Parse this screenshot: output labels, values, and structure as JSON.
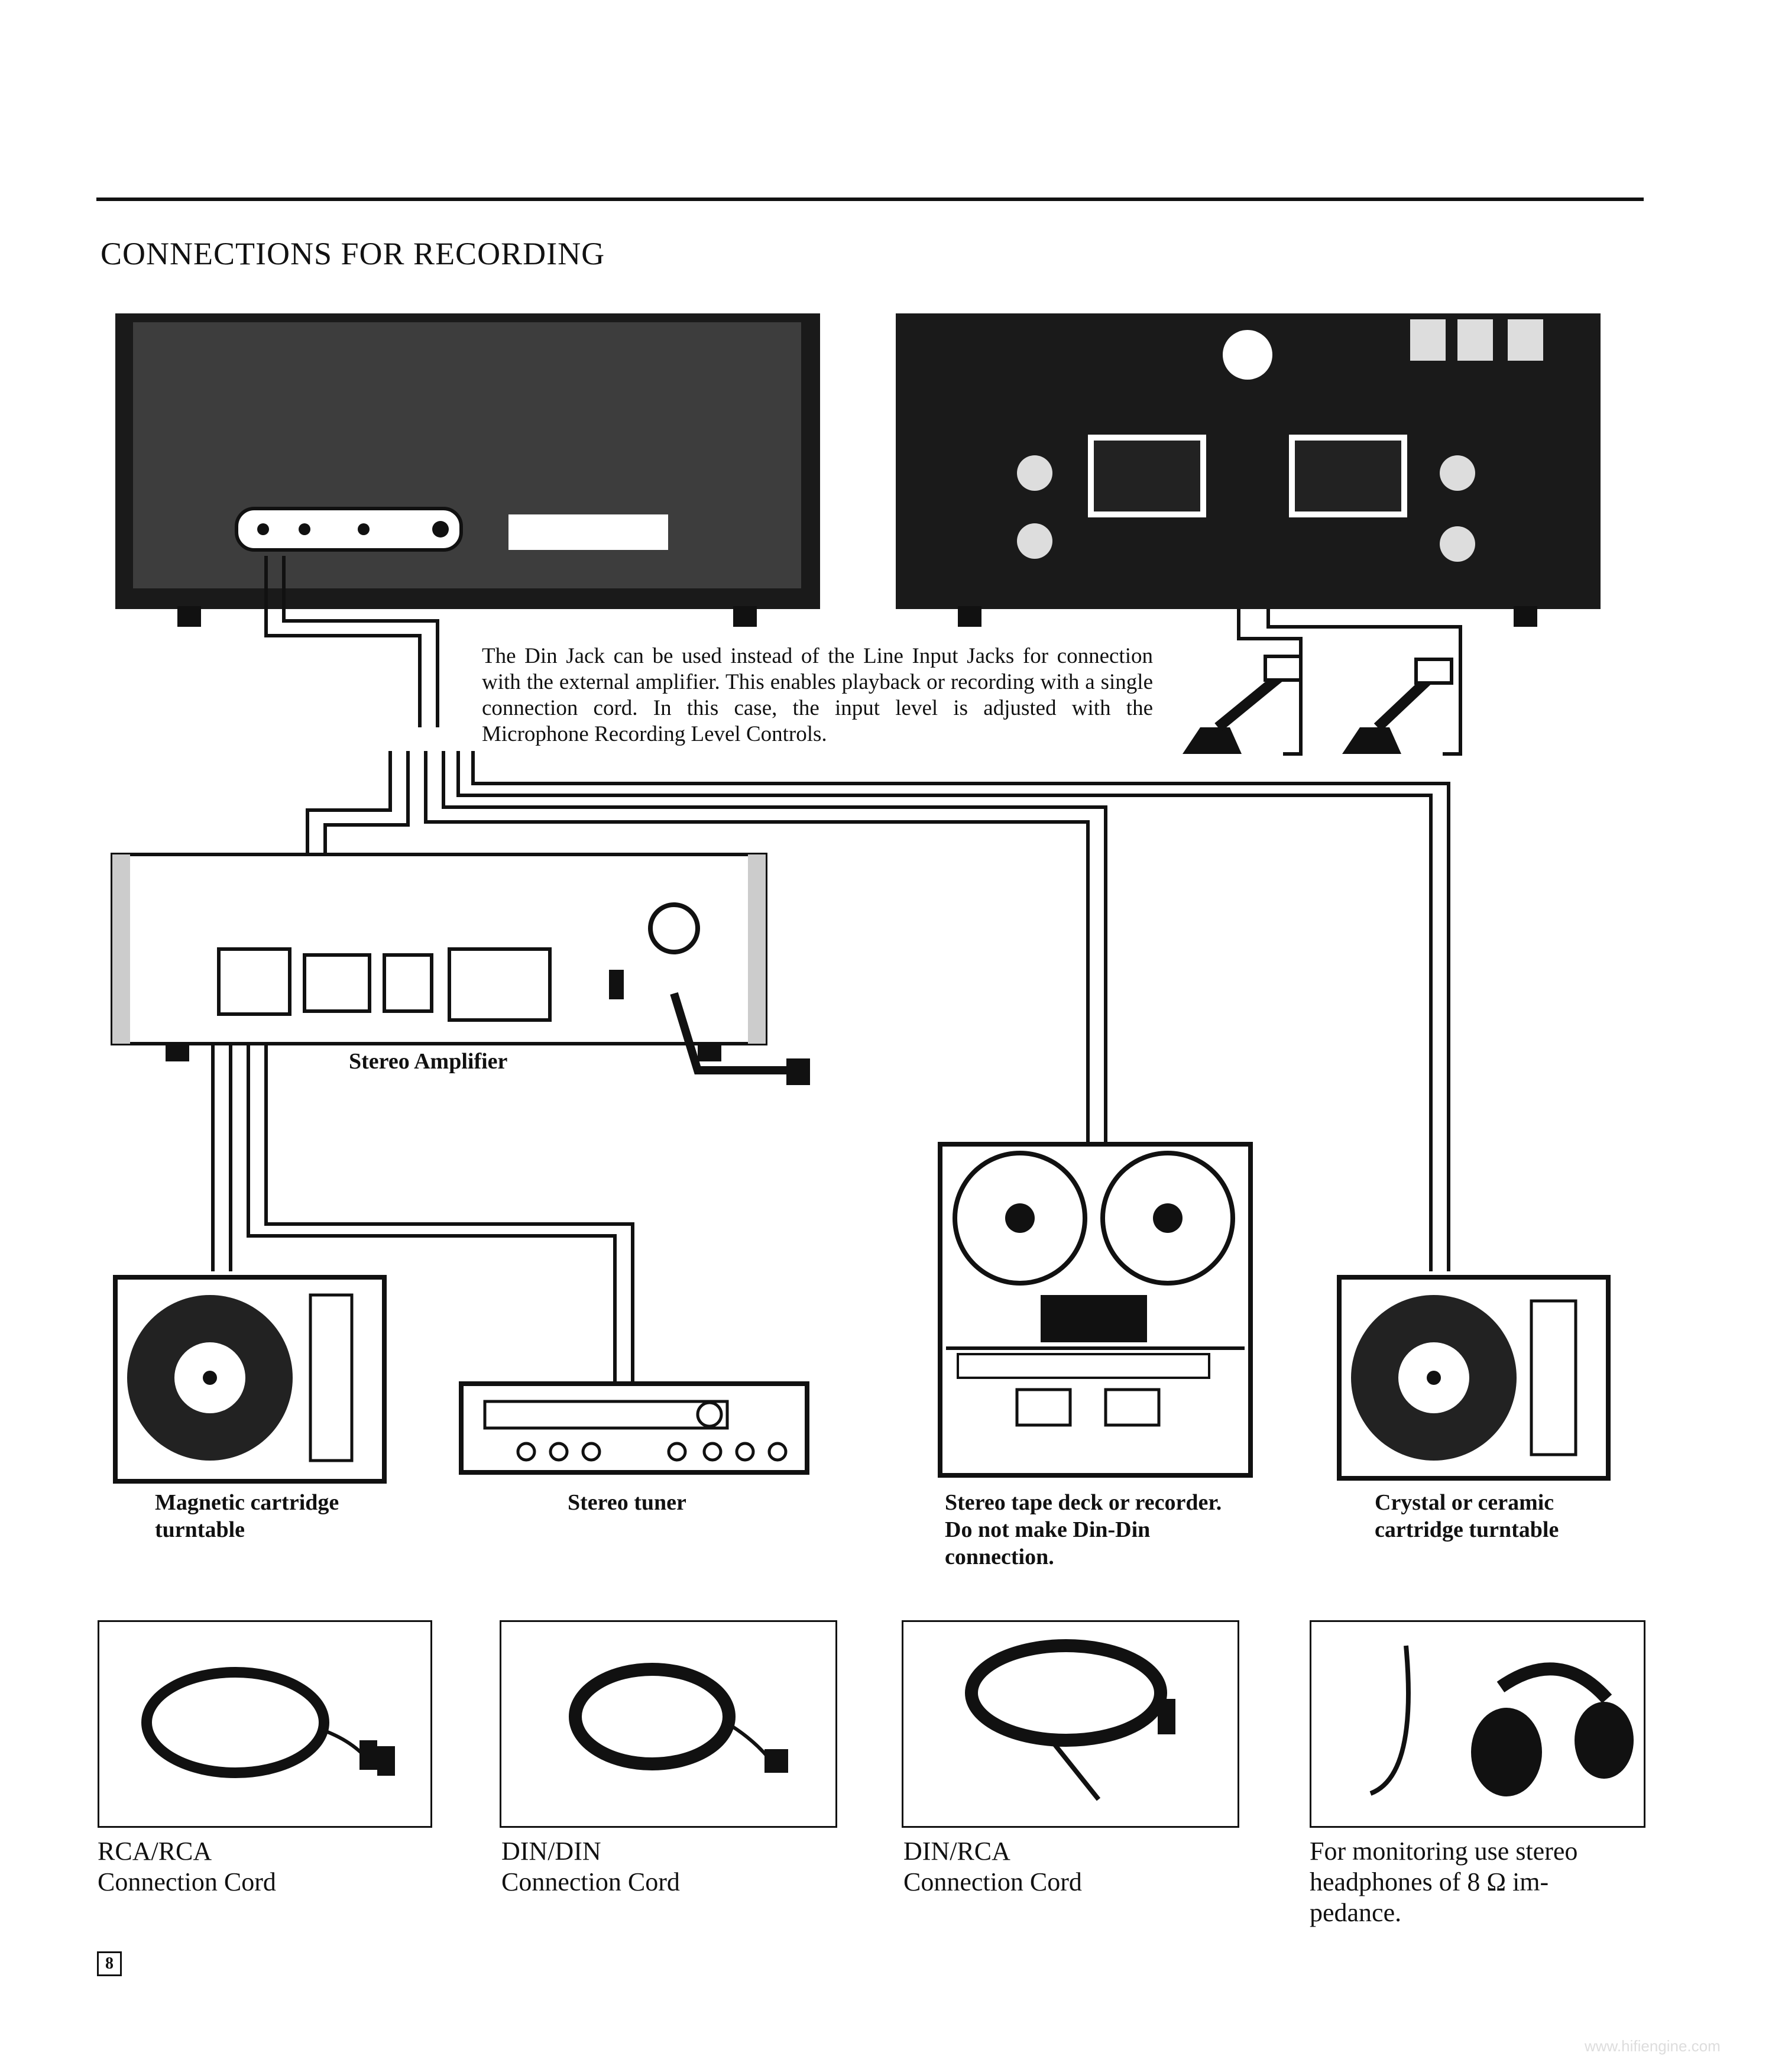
{
  "page": {
    "title": "CONNECTIONS FOR RECORDING",
    "note": "The Din Jack can be used instead of the Line Input Jacks for connection with the external amplifier. This enables playback or recording with a single connection cord. In this case, the input level is adjusted with the Microphone Recording Level Controls.",
    "page_number": "8",
    "watermark": "www.hifiengine.com"
  },
  "devices": {
    "amplifier_label": "Stereo Amplifier",
    "magnetic_turntable": [
      "Magnetic cartridge",
      "turntable"
    ],
    "stereo_tuner": "Stereo tuner",
    "tape_deck": [
      "Stereo tape deck or recorder.",
      "Do not make Din-Din",
      "connection."
    ],
    "ceramic_turntable": [
      "Crystal or ceramic",
      "cartridge turntable"
    ]
  },
  "cords": [
    {
      "line1": "RCA/RCA",
      "line2": "Connection Cord"
    },
    {
      "line1": "DIN/DIN",
      "line2": "Connection Cord"
    },
    {
      "line1": "DIN/RCA",
      "line2": "Connection Cord"
    }
  ],
  "headphones_note": [
    "For monitoring use stereo",
    "headphones of 8 Ω im-",
    "pedance."
  ]
}
